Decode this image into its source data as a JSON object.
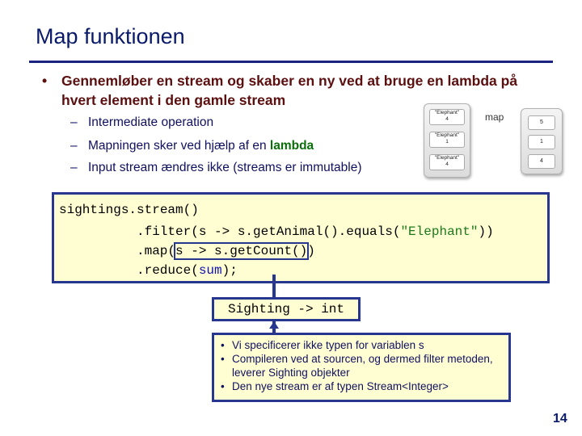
{
  "slide": {
    "title": "Map funktionen",
    "bullet": "Gennemløber en stream og skaber en ny ved at bruge en lambda på hvert element i den gamle stream",
    "sub_bullets": {
      "one": "Intermediate operation",
      "two_prefix": "Mapningen sker ved hjælp af en ",
      "two_lambda": "lambda",
      "three": "Input stream ændres ikke (streams er immutable)"
    },
    "dash": "–",
    "bullet_char": "•",
    "page_number": "14"
  },
  "diagram": {
    "map_label": "map",
    "left_cells": [
      {
        "name": "\"Elephant\"",
        "count": "4"
      },
      {
        "name": "\"Elephant\"",
        "count": "1"
      },
      {
        "name": "\"Elephant\"",
        "count": "4"
      }
    ],
    "right_cells": [
      "5",
      "1",
      "4"
    ]
  },
  "code": {
    "line1": "sightings.stream()",
    "line2_pre": ".filter(s -> s.getAnimal().equals(",
    "line2_str": "\"Elephant\"",
    "line2_post": "))",
    "line3_pre": ".map(",
    "line3_hl": "s -> s.getCount()",
    "line3_post": ")",
    "line4_pre": ".reduce(",
    "line4_kw": "sum",
    "line4_post": ");"
  },
  "type_label": "Sighting -> int",
  "notes": [
    "Vi specificerer ikke typen for variablen s",
    "Compileren ved at sourcen, og dermed filter metoden, leverer Sighting objekter",
    "Den nye stream er af typen Stream<Integer>"
  ],
  "colors": {
    "title": "#0a1a6a",
    "accent_border": "#27378f",
    "code_bg": "#fffed2",
    "lambda_green": "#0a6e0a",
    "bullet_red": "#5b0f0f"
  }
}
